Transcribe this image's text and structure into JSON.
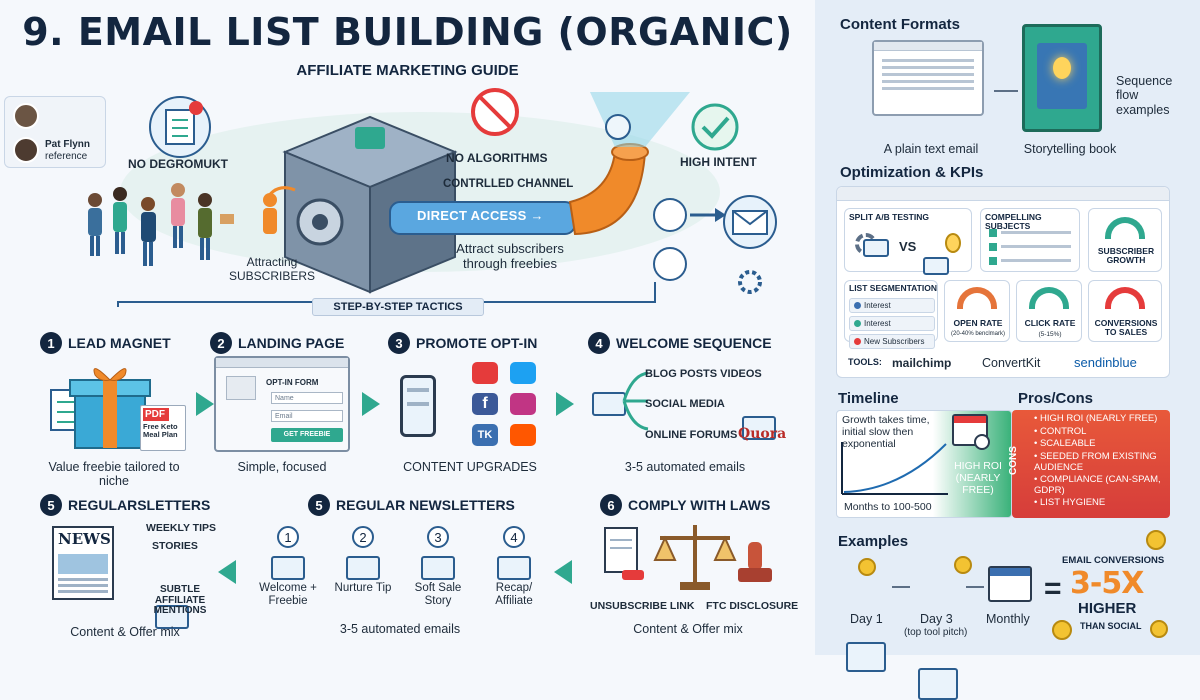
{
  "header": {
    "title": "9. EMAIL LIST BUILDING (ORGANIC)",
    "subtitle": "AFFILIATE MARKETING GUIDE"
  },
  "reference": {
    "name": "Pat Flynn",
    "role": "reference"
  },
  "hero": {
    "no_dependency": "NO DEGROMUKT",
    "no_algorithms": "NO ALGORITHMS",
    "controlled": "CONTRLLED CHANNEL",
    "direct_access": "DIRECT ACCESS →",
    "high_intent": "HIGH INTENT",
    "attract_freebies": "Attract subscribers through freebies",
    "attracting": "Attracting SUBSCRIBERS"
  },
  "tactics_label": "STEP-BY-STEP TACTICS",
  "steps_row1": [
    {
      "num": "1",
      "title": "LEAD MAGNET",
      "caption": "Value freebie tailored to niche",
      "pdf": "PDF",
      "pdf_title": "Free Keto Meal Plan"
    },
    {
      "num": "2",
      "title": "LANDING PAGE",
      "caption": "Simple, focused",
      "form_title": "OPT-IN FORM",
      "name_ph": "Name",
      "email_ph": "Email",
      "cta": "GET FREEBIE"
    },
    {
      "num": "3",
      "title": "PROMOTE OPT-IN",
      "caption": "CONTENT UPGRADES",
      "tk": "TK"
    },
    {
      "num": "4",
      "title": "WELCOME SEQUENCE",
      "caption": "3-5 automated emails",
      "channels": [
        "BLOG POSTS VIDEOS",
        "SOCIAL MEDIA",
        "ONLINE FORUMS"
      ],
      "quora": "Quora"
    }
  ],
  "steps_row2": [
    {
      "num": "5",
      "title": "REGULARSLETTERS",
      "caption": "Content & Offer mix",
      "news": "NEWS",
      "items": [
        "WEEKLY TIPS",
        "STORIES",
        "SUBTLE AFFILIATE MENTIONS"
      ]
    },
    {
      "num": "5",
      "title": "REGULAR NEWSLETTERS",
      "caption": "3-5 automated emails",
      "emails": [
        {
          "n": "1",
          "label": "Welcome + Freebie"
        },
        {
          "n": "2",
          "label": "Nurture Tip"
        },
        {
          "n": "3",
          "label": "Soft Sale Story"
        },
        {
          "n": "4",
          "label": "Recap/ Affiliate"
        }
      ]
    },
    {
      "num": "6",
      "title": "COMPLY WITH LAWS",
      "caption": "Content & Offer mix",
      "unsub": "UNSUBSCRIBE LINK",
      "ftc": "FTC DISCLOSURE"
    }
  ],
  "sidebar": {
    "formats": {
      "title": "Content Formats",
      "plain": "A plain text email",
      "book": "Storytelling book",
      "sequence": "Sequence flow examples"
    },
    "optimization": {
      "title": "Optimization & KPIs",
      "ab": "SPLIT A/B TESTING",
      "vs": "VS",
      "subjects": "COMPELLING SUBJECTS",
      "growth": "SUBSCRIBER GROWTH",
      "segmentation": "LIST SEGMENTATION",
      "segments": [
        "Interest",
        "Interest",
        "New Subscribers"
      ],
      "open": "OPEN RATE",
      "open_sub": "(20-40% benclmark)",
      "click": "CLICK RATE",
      "click_sub": "(5-15%)",
      "conv": "CONVERSIONS TO SALES",
      "tools_label": "TOOLS:",
      "tools": [
        "mailchimp",
        "ConvertKit",
        "sendinblue"
      ]
    },
    "timeline": {
      "title": "Timeline",
      "desc": "Growth takes time, initial slow then exponential",
      "months": "Months to 100-500",
      "roi": "HIGH ROI (NEARLY FREE)"
    },
    "proscons": {
      "title": "Pros/Cons",
      "cons_label": "CONS",
      "items": [
        "HIGH ROI (NEARLY FREE)",
        "CONTROL",
        "SCALEABLE",
        "SEEDED FROM EXISTING AUDIENCE",
        "COMPLIANCE (CAN-SPAM, GDPR)",
        "LIST HYGIENE"
      ]
    },
    "examples": {
      "title": "Examples",
      "day1": "Day 1",
      "day3": "Day 3",
      "day3_sub": "(top tool pitch)",
      "monthly": "Monthly",
      "conv_label": "EMAIL CONVERSIONS",
      "eq": "=",
      "big": "3-5X",
      "higher": "HIGHER",
      "than": "THAN SOCIAL"
    }
  },
  "colors": {
    "navy": "#13263f",
    "teal": "#2fa88f",
    "orange": "#f08a2a"
  }
}
